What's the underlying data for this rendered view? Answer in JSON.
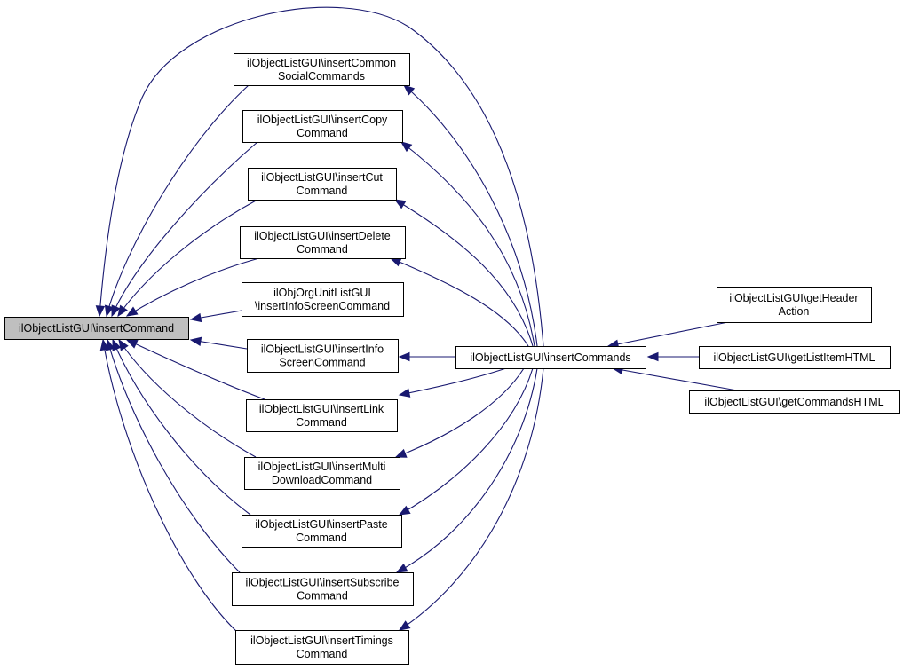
{
  "nodes": [
    {
      "id": "insertCommand",
      "lines": [
        "ilObjectListGUI\\insertCommand"
      ]
    },
    {
      "id": "insertCommonSocialCommands",
      "lines": [
        "ilObjectListGUI\\insertCommon",
        "SocialCommands"
      ]
    },
    {
      "id": "insertCopyCommand",
      "lines": [
        "ilObjectListGUI\\insertCopy",
        "Command"
      ]
    },
    {
      "id": "insertCutCommand",
      "lines": [
        "ilObjectListGUI\\insertCut",
        "Command"
      ]
    },
    {
      "id": "insertDeleteCommand",
      "lines": [
        "ilObjectListGUI\\insertDelete",
        "Command"
      ]
    },
    {
      "id": "orgUnitInsertInfoScreenCommand",
      "lines": [
        "ilObjOrgUnitListGUI",
        "\\insertInfoScreenCommand"
      ]
    },
    {
      "id": "insertInfoScreenCommand",
      "lines": [
        "ilObjectListGUI\\insertInfo",
        "ScreenCommand"
      ]
    },
    {
      "id": "insertLinkCommand",
      "lines": [
        "ilObjectListGUI\\insertLink",
        "Command"
      ]
    },
    {
      "id": "insertMultiDownloadCommand",
      "lines": [
        "ilObjectListGUI\\insertMulti",
        "DownloadCommand"
      ]
    },
    {
      "id": "insertPasteCommand",
      "lines": [
        "ilObjectListGUI\\insertPaste",
        "Command"
      ]
    },
    {
      "id": "insertSubscribeCommand",
      "lines": [
        "ilObjectListGUI\\insertSubscribe",
        "Command"
      ]
    },
    {
      "id": "insertTimingsCommand",
      "lines": [
        "ilObjectListGUI\\insertTimings",
        "Command"
      ]
    },
    {
      "id": "insertCommands",
      "lines": [
        "ilObjectListGUI\\insertCommands"
      ]
    },
    {
      "id": "getHeaderAction",
      "lines": [
        "ilObjectListGUI\\getHeader",
        "Action"
      ]
    },
    {
      "id": "getListItemHTML",
      "lines": [
        "ilObjectListGUI\\getListItemHTML"
      ]
    },
    {
      "id": "getCommandsHTML",
      "lines": [
        "ilObjectListGUI\\getCommandsHTML"
      ]
    }
  ],
  "edges": [
    {
      "from": "insertCommonSocialCommands",
      "to": "insertCommand"
    },
    {
      "from": "insertCopyCommand",
      "to": "insertCommand"
    },
    {
      "from": "insertCutCommand",
      "to": "insertCommand"
    },
    {
      "from": "insertDeleteCommand",
      "to": "insertCommand"
    },
    {
      "from": "orgUnitInsertInfoScreenCommand",
      "to": "insertCommand"
    },
    {
      "from": "insertInfoScreenCommand",
      "to": "insertCommand"
    },
    {
      "from": "insertLinkCommand",
      "to": "insertCommand"
    },
    {
      "from": "insertMultiDownloadCommand",
      "to": "insertCommand"
    },
    {
      "from": "insertPasteCommand",
      "to": "insertCommand"
    },
    {
      "from": "insertSubscribeCommand",
      "to": "insertCommand"
    },
    {
      "from": "insertTimingsCommand",
      "to": "insertCommand"
    },
    {
      "from": "insertCommands",
      "to": "insertCommand"
    },
    {
      "from": "insertCommands",
      "to": "insertCommonSocialCommands"
    },
    {
      "from": "insertCommands",
      "to": "insertCopyCommand"
    },
    {
      "from": "insertCommands",
      "to": "insertCutCommand"
    },
    {
      "from": "insertCommands",
      "to": "insertDeleteCommand"
    },
    {
      "from": "insertCommands",
      "to": "insertInfoScreenCommand"
    },
    {
      "from": "insertCommands",
      "to": "insertLinkCommand"
    },
    {
      "from": "insertCommands",
      "to": "insertMultiDownloadCommand"
    },
    {
      "from": "insertCommands",
      "to": "insertPasteCommand"
    },
    {
      "from": "insertCommands",
      "to": "insertSubscribeCommand"
    },
    {
      "from": "insertCommands",
      "to": "insertTimingsCommand"
    },
    {
      "from": "getHeaderAction",
      "to": "insertCommands"
    },
    {
      "from": "getListItemHTML",
      "to": "insertCommands"
    },
    {
      "from": "getCommandsHTML",
      "to": "insertCommands"
    }
  ],
  "colors": {
    "edge": "#191970",
    "focus_fill": "#bfbfbf"
  }
}
